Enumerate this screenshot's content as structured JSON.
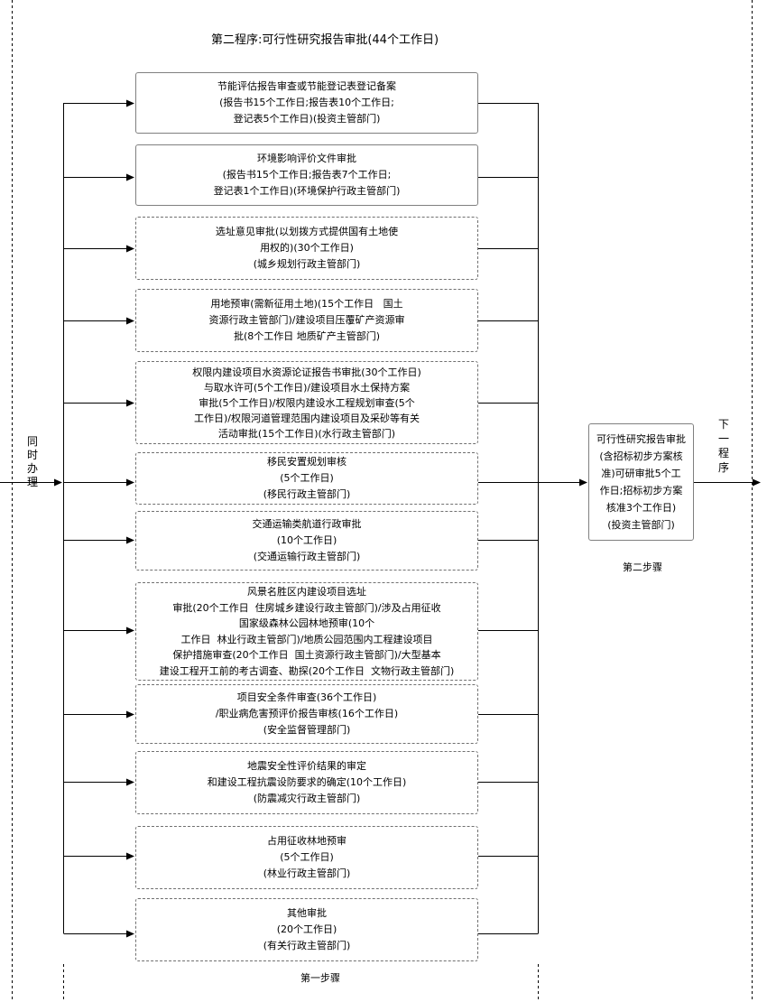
{
  "title": "第二程序:可行性研究报告审批(44个工作日)",
  "left_label": [
    "同",
    "时",
    "办",
    "理"
  ],
  "right_label": [
    "下",
    "一",
    "程",
    "序"
  ],
  "step1_label": "第一步骤",
  "step2_label": "第二步骤",
  "approval_boxes": [
    {
      "lines": [
        "节能评估报告审查或节能登记表登记备案",
        "(报告书15个工作日;报告表10个工作日;",
        "登记表5个工作日)(投资主管部门)"
      ]
    },
    {
      "lines": [
        "环境影响评价文件审批",
        "(报告书15个工作日;报告表7个工作日;",
        "登记表1个工作日)(环境保护行政主管部门)"
      ]
    },
    {
      "lines": [
        "选址意见审批(以划拨方式提供国有土地使",
        "用权的)(30个工作日)",
        "(城乡规划行政主管部门)"
      ]
    },
    {
      "lines": [
        "用地预审(需新征用土地)(15个工作日   国土",
        "资源行政主管部门)/建设项目压覆矿产资源审",
        "批(8个工作日 地质矿产主管部门)"
      ]
    },
    {
      "lines": [
        "权限内建设项目水资源论证报告书审批(30个工作日)",
        "与取水许可(5个工作日)/建设项目水土保持方案",
        "审批(5个工作日)/权限内建设水工程规划审查(5个",
        "工作日)/权限河道管理范围内建设项目及采砂等有关",
        "活动审批(15个工作日)(水行政主管部门)"
      ]
    },
    {
      "lines": [
        "移民安置规划审核",
        "(5个工作日)",
        "(移民行政主管部门)"
      ]
    },
    {
      "lines": [
        "交通运输类航道行政审批",
        "(10个工作日)",
        "(交通运输行政主管部门)"
      ]
    },
    {
      "lines": [
        "风景名胜区内建设项目选址",
        "审批(20个工作日  住房城乡建设行政主管部门)/涉及占用征收",
        "国家级森林公园林地预审(10个",
        "工作日  林业行政主管部门)/地质公园范围内工程建设项目",
        "保护措施审查(20个工作日  国土资源行政主管部门)/大型基本",
        "建设工程开工前的考古调查、勘探(20个工作日  文物行政主管部门)"
      ]
    },
    {
      "lines": [
        "项目安全条件审查(36个工作日)",
        "/职业病危害预评价报告审核(16个工作日)",
        "(安全监督管理部门)"
      ]
    },
    {
      "lines": [
        "地震安全性评价结果的审定",
        "和建设工程抗震设防要求的确定(10个工作日)",
        "(防震减灾行政主管部门)"
      ]
    },
    {
      "lines": [
        "占用征收林地预审",
        "(5个工作日)",
        "(林业行政主管部门)"
      ]
    },
    {
      "lines": [
        "其他审批",
        "(20个工作日)",
        "(有关行政主管部门)"
      ]
    }
  ],
  "final_box": {
    "lines": [
      "可行性研究报告审批",
      "(含招标初步方案核",
      "准)可研审批5个工",
      "作日;招标初步方案",
      "核准3个工作日)",
      "(投资主管部门)"
    ]
  }
}
